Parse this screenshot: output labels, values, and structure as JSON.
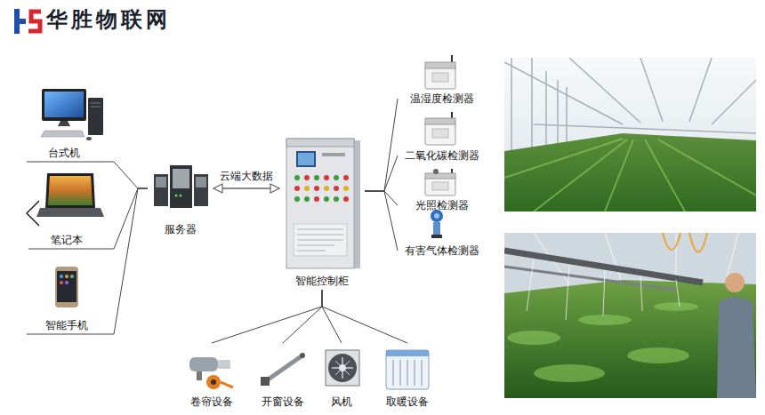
{
  "diagram": {
    "title": "华胜物联网",
    "nodes": [
      {
        "text": [
          "台式机"
        ]
      },
      {
        "text": [
          "笔记本"
        ]
      },
      {
        "text": [
          "智能手机"
        ]
      },
      {
        "text": [
          "服务器"
        ]
      },
      {
        "text": [
          "智能控制柜"
        ]
      },
      {
        "text": [
          "温湿度检测器"
        ]
      },
      {
        "text": [
          "二氧化碳检测器"
        ]
      },
      {
        "text": [
          "光照检测器"
        ]
      },
      {
        "text": [
          "有害气体检测器"
        ]
      },
      {
        "text": [
          "卷帘设备"
        ]
      },
      {
        "text": [
          "开窗设备"
        ]
      },
      {
        "text": [
          "风机"
        ]
      },
      {
        "text": [
          "取暖设备"
        ]
      }
    ],
    "edges": [
      {
        "from": 0,
        "to": 3,
        "arrow": "none"
      },
      {
        "from": 1,
        "to": 3,
        "arrow": "none"
      },
      {
        "from": 2,
        "to": 3,
        "arrow": "none"
      },
      {
        "from": 3,
        "to": 4,
        "label": "云端大数据",
        "arrow": "both"
      },
      {
        "from": 4,
        "to": 5,
        "arrow": "none"
      },
      {
        "from": 4,
        "to": 6,
        "arrow": "none"
      },
      {
        "from": 4,
        "to": 7,
        "arrow": "none"
      },
      {
        "from": 4,
        "to": 8,
        "arrow": "none"
      },
      {
        "from": 4,
        "to": 9,
        "arrow": "none"
      },
      {
        "from": 4,
        "to": 10,
        "arrow": "none"
      },
      {
        "from": 4,
        "to": 11,
        "arrow": "none"
      },
      {
        "from": 4,
        "to": 12,
        "arrow": "none"
      }
    ]
  }
}
